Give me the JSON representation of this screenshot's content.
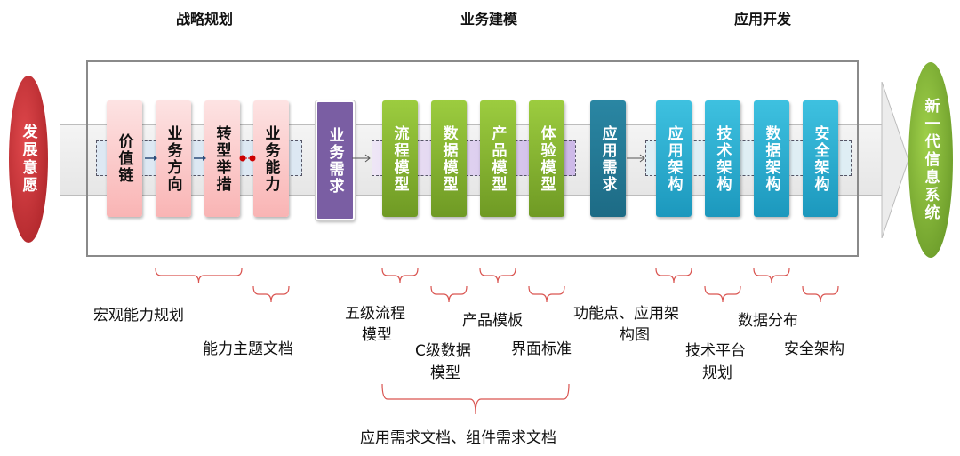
{
  "headers": [
    "战略规划",
    "业务建模",
    "应用开发"
  ],
  "start": "发展意愿",
  "end": "新一代信息系统",
  "strategy": [
    "价值链",
    "业务方向",
    "转型举措",
    "业务能力"
  ],
  "business_req": "业务需求",
  "modeling": [
    "流程模型",
    "数据模型",
    "产品模型",
    "体验模型"
  ],
  "app_req": "应用需求",
  "dev": [
    "应用架构",
    "技术架构",
    "数据架构",
    "安全架构"
  ],
  "outputs": {
    "macro": "宏观能力规划",
    "topic": "能力主题文档",
    "flow1": "五级流程",
    "flow2": "模型",
    "data1": "C级数据",
    "data2": "模型",
    "product": "产品模板",
    "ui": "界面标准",
    "func1": "功能点、应用架",
    "func2": "构图",
    "datadist": "数据分布",
    "tech1": "技术平台",
    "tech2": "规划",
    "sec": "安全架构",
    "req_docs": "应用需求文档、组件需求文档"
  },
  "colors": {
    "red": "#c0282d",
    "green": "#7cae2e",
    "pink": "#f9b4b4",
    "purple": "#7a5ea3",
    "teal": "#1d6b85",
    "cyan": "#1c98bd"
  }
}
